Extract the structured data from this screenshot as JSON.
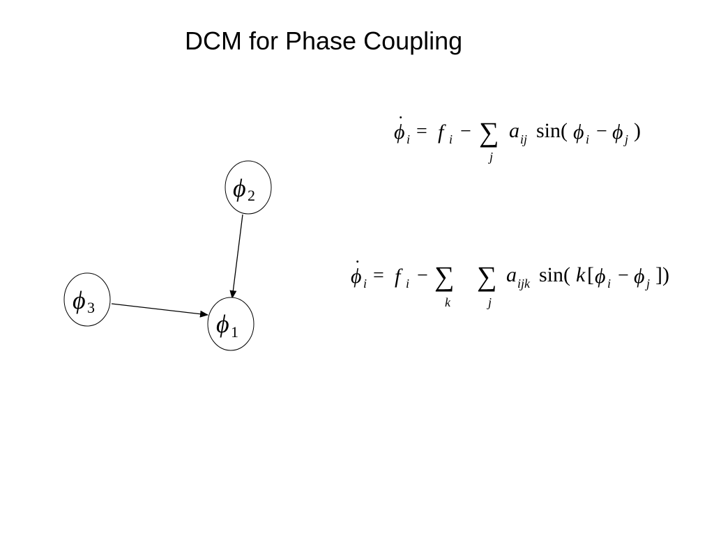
{
  "title": "DCM for Phase Coupling",
  "nodes": [
    {
      "id": "phi2",
      "symbol": "ϕ",
      "subscript": "2"
    },
    {
      "id": "phi3",
      "symbol": "ϕ",
      "subscript": "3"
    },
    {
      "id": "phi1",
      "symbol": "ϕ",
      "subscript": "1"
    }
  ],
  "edges": [
    {
      "from": "phi2",
      "to": "phi1"
    },
    {
      "from": "phi3",
      "to": "phi1"
    }
  ],
  "equation1": {
    "phi": "ϕ",
    "sub_i": "i",
    "dot": "˙",
    "equals": "=",
    "f": "f",
    "minus": "−",
    "sum": "∑",
    "sum_index_j": "j",
    "a": "a",
    "a_sub": "ij",
    "sin_open": "sin(",
    "minus2": "−",
    "sub_j": "j",
    "close": ")"
  },
  "equation2": {
    "phi": "ϕ",
    "sub_i": "i",
    "dot": "˙",
    "equals": "=",
    "f": "f",
    "minus": "−",
    "sum": "∑",
    "sum_index_k": "k",
    "sum_index_j": "j",
    "a": "a",
    "a_sub": "ijk",
    "sin_open": "sin(",
    "k": "k",
    "bracket_open": "[",
    "minus2": "−",
    "sub_j": "j",
    "close": "])"
  }
}
